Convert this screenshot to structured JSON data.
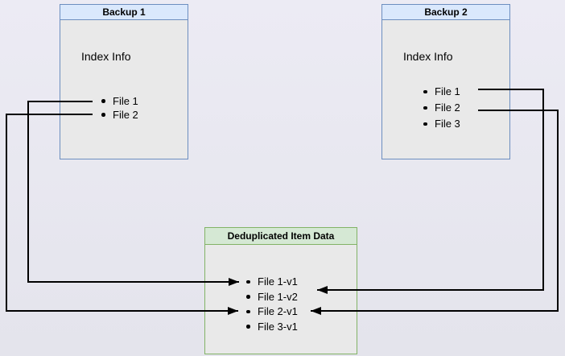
{
  "diagram": {
    "backup1": {
      "title": "Backup 1",
      "section_label": "Index Info",
      "files": [
        "File 1",
        "File 2"
      ]
    },
    "backup2": {
      "title": "Backup 2",
      "section_label": "Index Info",
      "files": [
        "File 1",
        "File 2",
        "File 3"
      ]
    },
    "dedup": {
      "title": "Deduplicated Item Data",
      "items": [
        "File 1-v1",
        "File 1-v2",
        "File 2-v1",
        "File 3-v1"
      ]
    },
    "connections": [
      {
        "from": "Backup 1 / File 1",
        "to": "File 1-v1"
      },
      {
        "from": "Backup 1 / File 2",
        "to": "File 2-v1"
      },
      {
        "from": "Backup 2 / File 1",
        "to": "File 1-v2"
      },
      {
        "from": "Backup 2 / File 2",
        "to": "File 2-v1"
      }
    ],
    "colors": {
      "blue_header_fill": "#dae8fc",
      "blue_border": "#6c8ebf",
      "green_header_fill": "#d5e8d4",
      "green_border": "#82b366",
      "box_body_fill": "#e9e9e9",
      "connector": "#000000",
      "background_top": "#ecebf4",
      "background_bottom": "#e4e4ec"
    }
  }
}
